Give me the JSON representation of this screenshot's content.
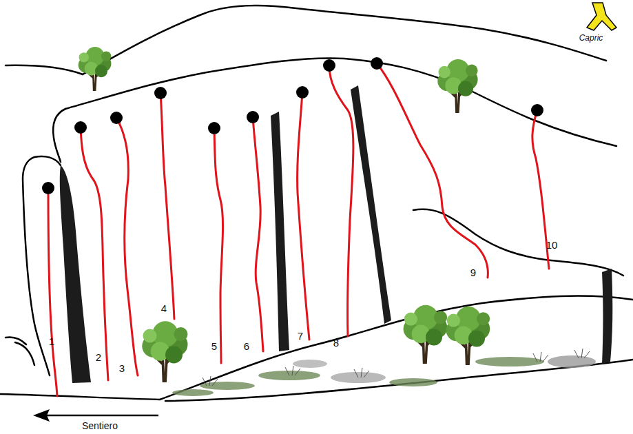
{
  "diagram": {
    "labels": [
      "1",
      "2",
      "3",
      "4",
      "5",
      "6",
      "7",
      "8",
      "9",
      "10",
      "Sentiero",
      "Capric"
    ]
  }
}
